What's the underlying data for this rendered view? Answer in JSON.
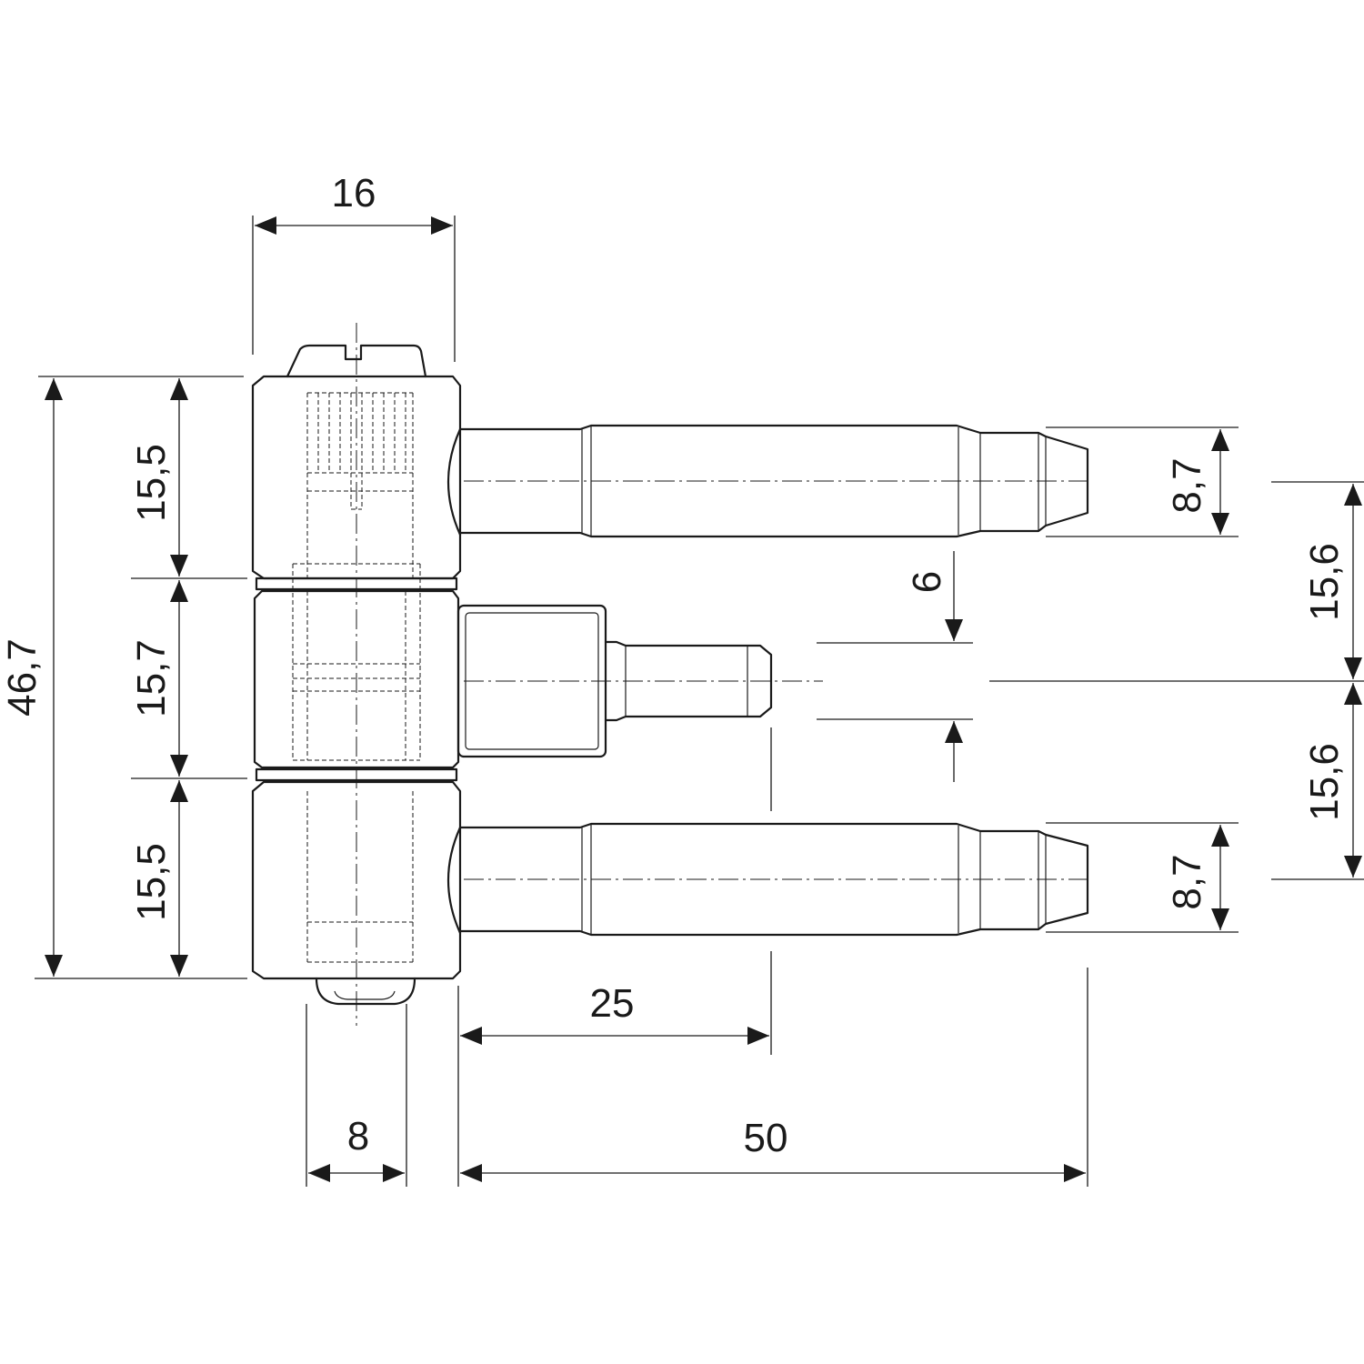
{
  "dimensions": {
    "width_hinge": "16",
    "height_total": "46,7",
    "height_top": "15,5",
    "height_middle": "15,7",
    "height_bottom": "15,5",
    "diameter_top": "8,7",
    "diameter_bottom": "8,7",
    "spacing_upper": "15,6",
    "spacing_lower": "15,6",
    "diameter_middle": "6",
    "length_middle": "25",
    "width_pin": "8",
    "length_total": "50"
  },
  "colors": {
    "line": "#1a1a1a",
    "background": "#ffffff"
  }
}
